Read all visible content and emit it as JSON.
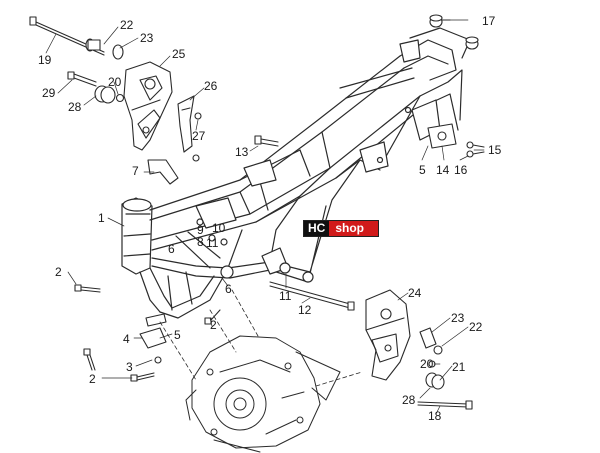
{
  "diagram": {
    "watermark": {
      "brand_prefix": "HC",
      "brand_suffix": "shop",
      "prefix_color": "#101010",
      "suffix_color": "#d11a1a"
    },
    "line_color": "#2b2b2b",
    "callouts": [
      "22",
      "23",
      "19",
      "25",
      "20",
      "26",
      "29",
      "28",
      "27",
      "13",
      "7",
      "1",
      "9",
      "8",
      "10",
      "11",
      "6",
      "2",
      "6",
      "2",
      "4",
      "5",
      "3",
      "2",
      "11",
      "12",
      "17",
      "5",
      "14",
      "16",
      "15",
      "24",
      "23",
      "22",
      "20",
      "21",
      "28",
      "18"
    ]
  }
}
